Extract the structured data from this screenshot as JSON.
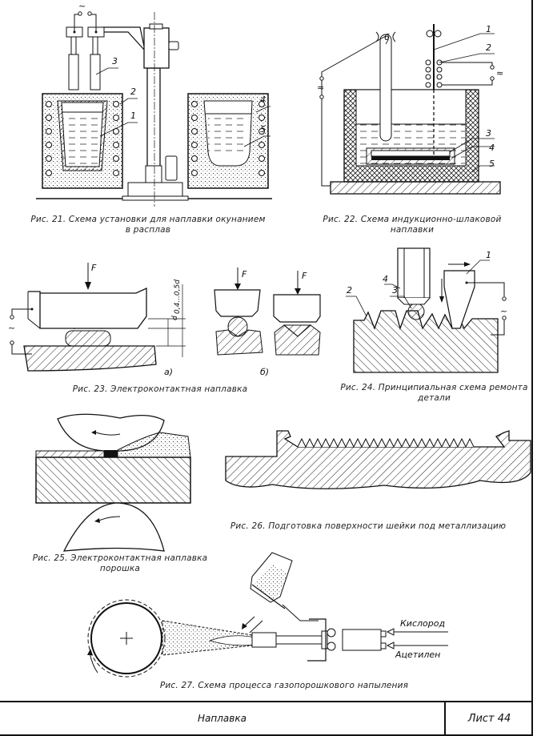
{
  "figures": [
    {
      "id": "fig21",
      "caption": "Рис. 21. Схема установки для наплавки окунанием в расплав",
      "labels": [
        "1",
        "2",
        "3",
        "4",
        "5"
      ]
    },
    {
      "id": "fig22",
      "caption": "Рис. 22. Схема индукционно-шлаковой наплавки",
      "labels": [
        "1",
        "2",
        "3",
        "4",
        "5",
        "6"
      ]
    },
    {
      "id": "fig23",
      "caption": "Рис. 23. Электроконтактная наплавка",
      "labels": {
        "force": "F",
        "dim_d": "d",
        "dim_gap": "0,4...0,5d",
        "sub_a": "а)",
        "sub_b": "б)"
      }
    },
    {
      "id": "fig24",
      "caption_line1": "Рис. 24. Принципиальная схема ремонта",
      "caption_line2": "детали",
      "labels": [
        "1",
        "2",
        "3",
        "4"
      ]
    },
    {
      "id": "fig25",
      "caption_line1": "Рис. 25. Электроконтактная наплавка",
      "caption_line2": "порошка"
    },
    {
      "id": "fig26",
      "caption": "Рис. 26. Подготовка поверхности шейки под металлизацию"
    },
    {
      "id": "fig27",
      "caption": "Рис. 27. Схема процесса газопорошкового напыления",
      "labels": {
        "oxygen": "Кислород",
        "acetylene": "Ацетилен"
      }
    }
  ],
  "fig21_caption_line1": "Рис. 21. Схема установки для наплавки окунанием",
  "fig21_caption_line2": "в расплав",
  "ac_symbol": "~",
  "ac_symbol_hf": "≈",
  "title_block": {
    "name": "Наплавка",
    "sheet": "Лист 44"
  }
}
